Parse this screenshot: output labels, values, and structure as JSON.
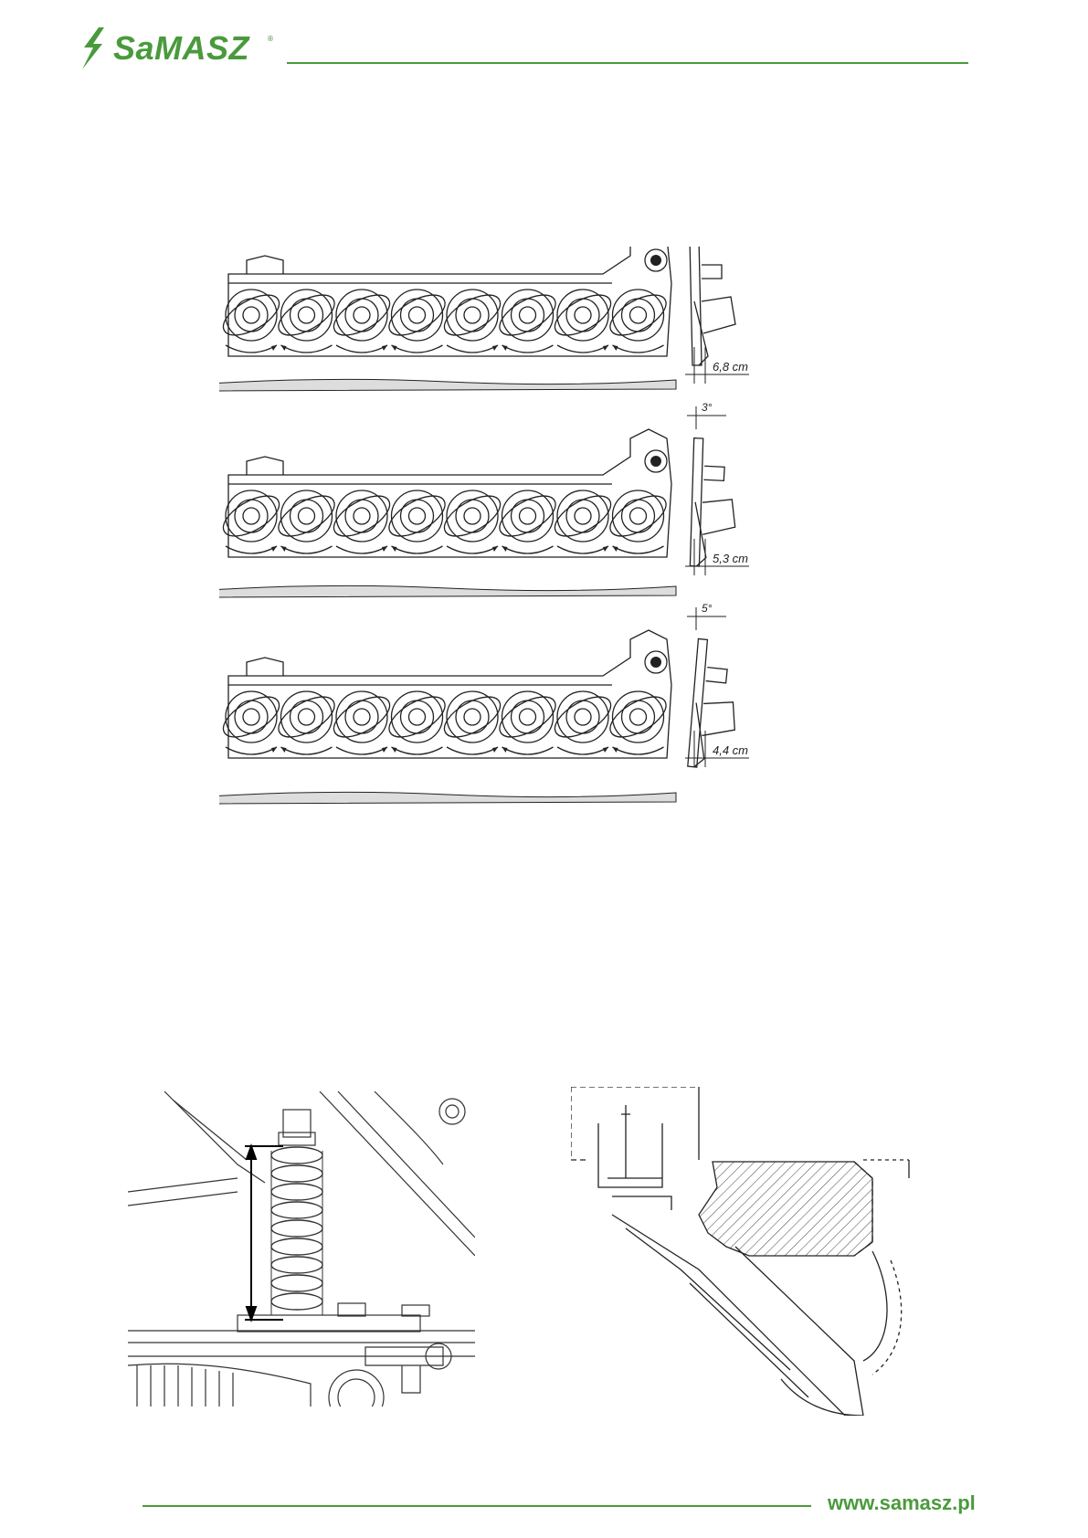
{
  "header": {
    "brand": "SaMASZ",
    "registered_mark": "®",
    "brand_color": "#4a9a3c"
  },
  "figures": {
    "mower_views": [
      {
        "height_label": "6,8 cm",
        "tilt_label": ""
      },
      {
        "height_label": "5,3 cm",
        "tilt_label": "3°"
      },
      {
        "height_label": "4,4 cm",
        "tilt_label": "5°"
      }
    ]
  },
  "footer": {
    "url": "www.samasz.pl"
  }
}
